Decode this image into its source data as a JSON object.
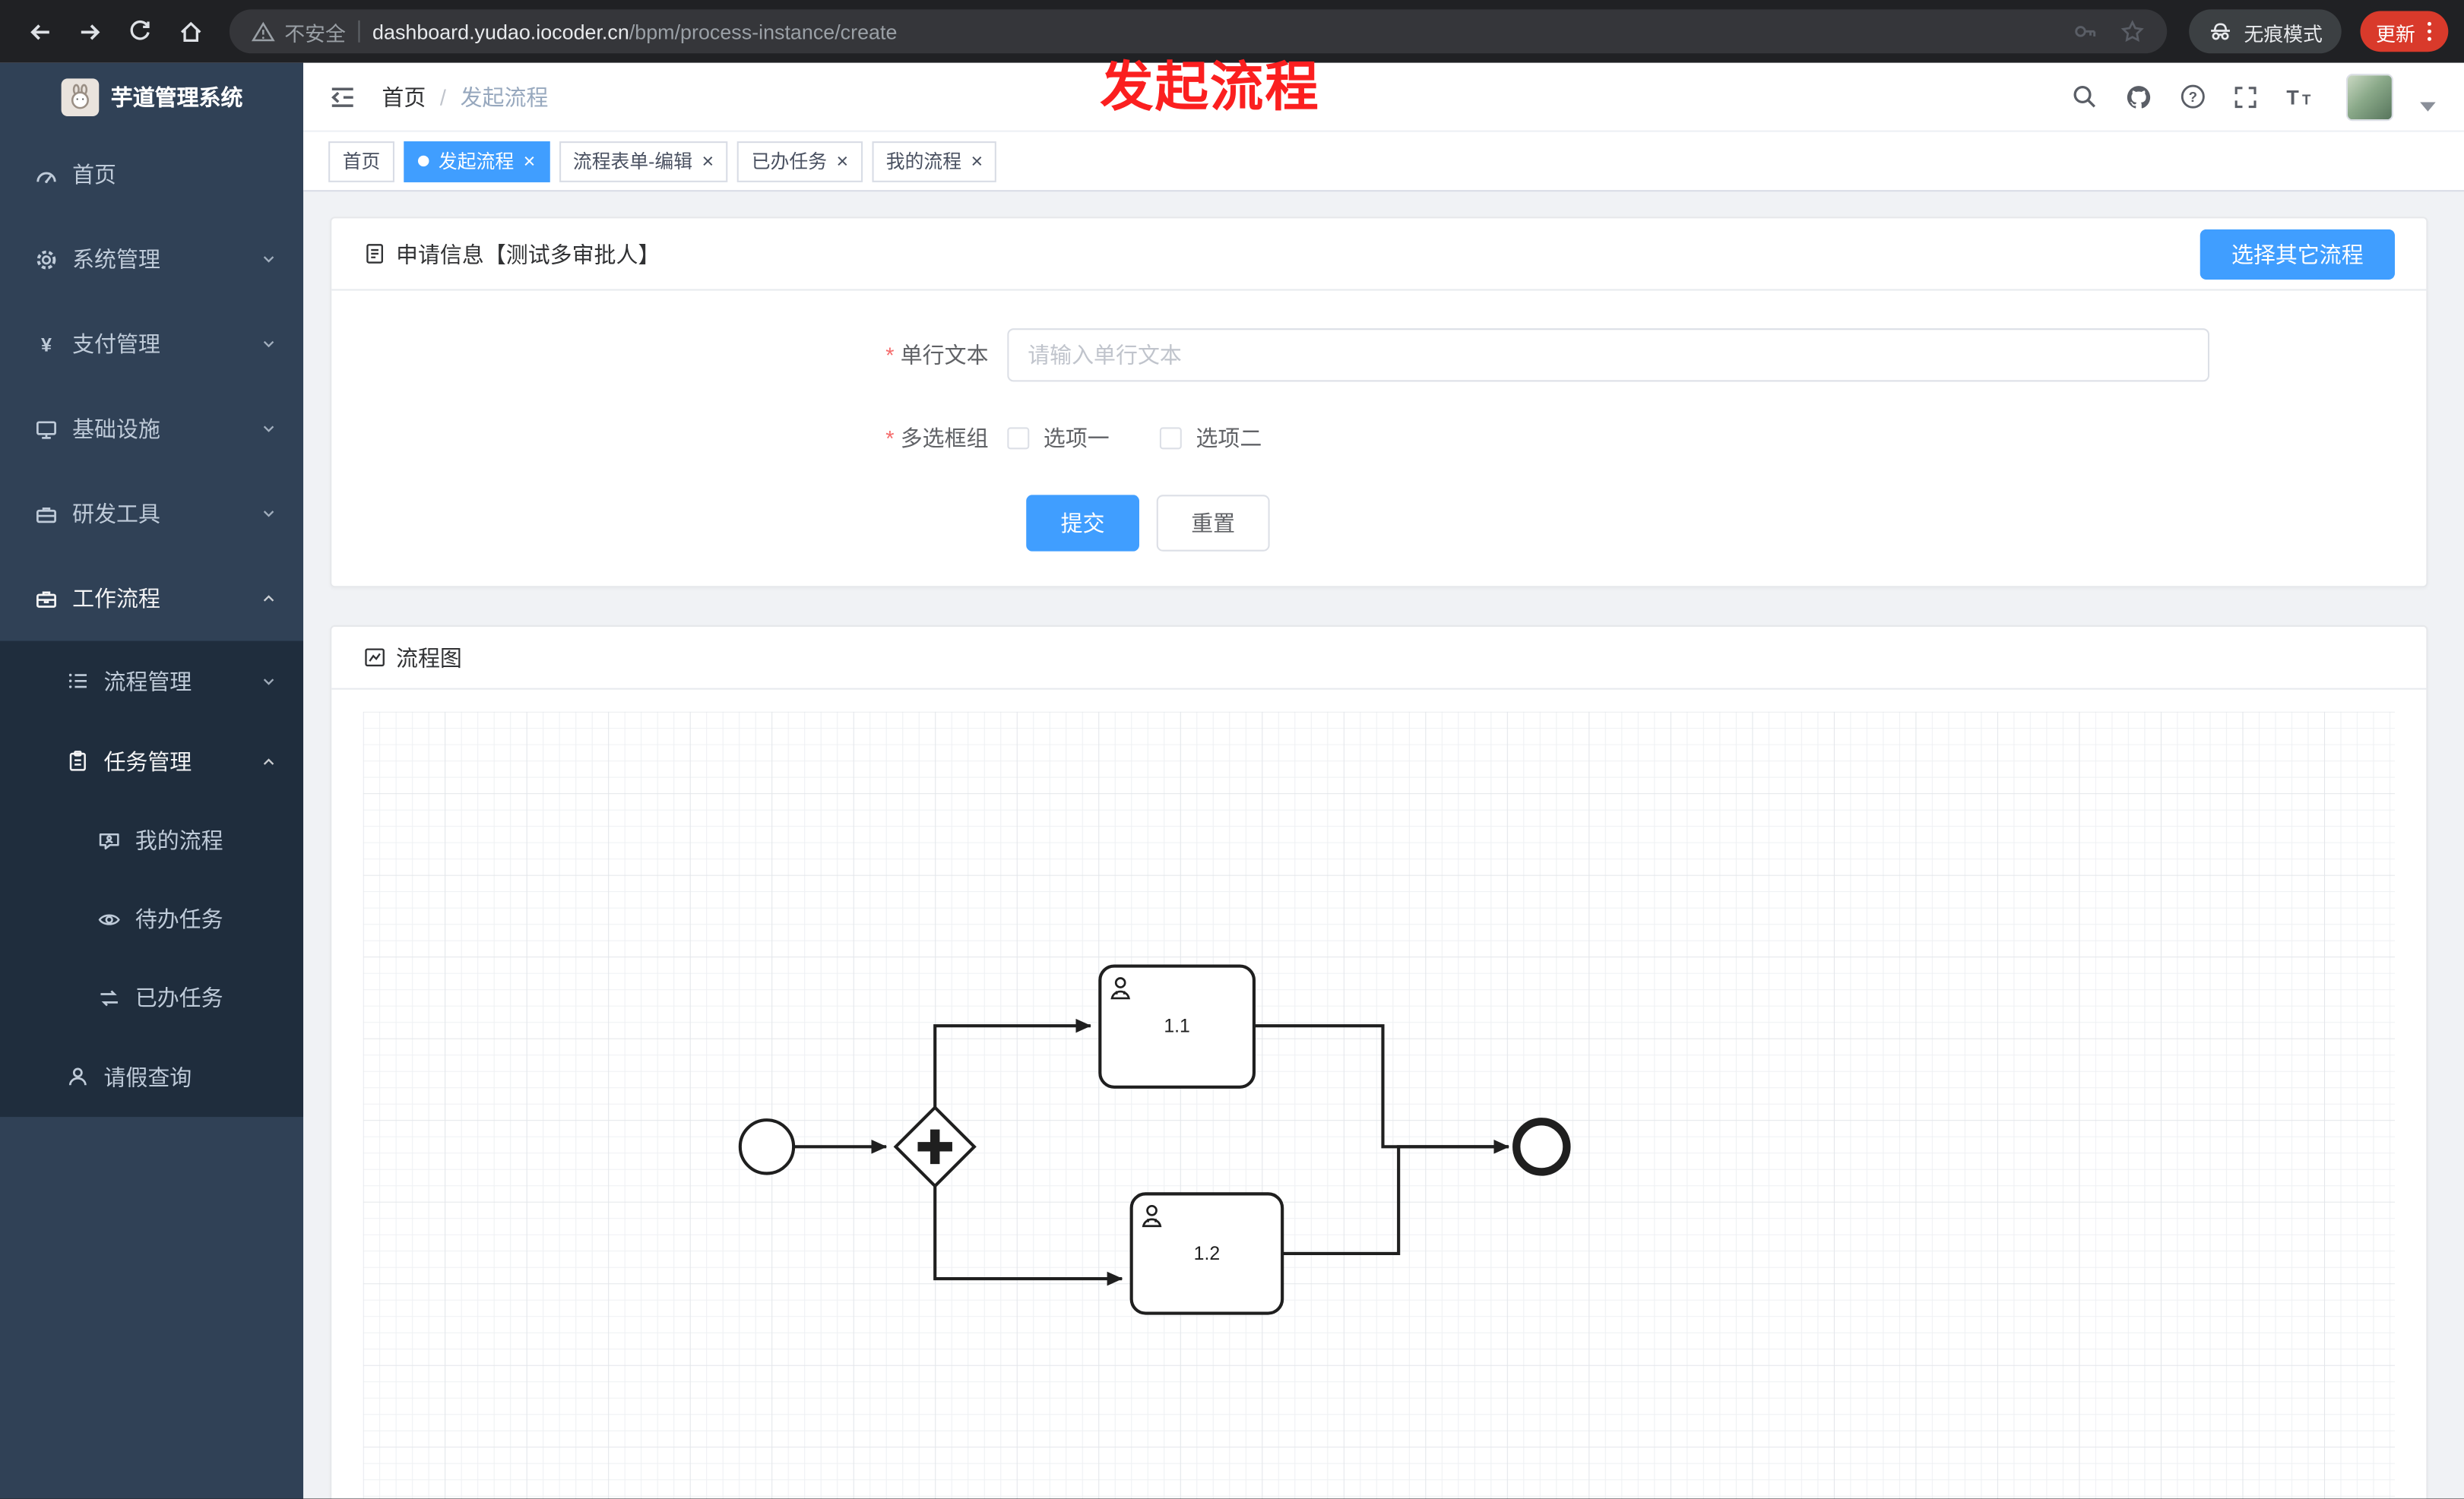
{
  "annotation": {
    "title": "发起流程"
  },
  "browser": {
    "security_label": "不安全",
    "url_host": "dashboard.yudao.iocoder.cn",
    "url_path": "/bpm/process-instance/create",
    "incognito_label": "无痕模式",
    "update_label": "更新"
  },
  "sidebar": {
    "logo_title": "芋道管理系统",
    "items": [
      {
        "label": "首页"
      },
      {
        "label": "系统管理"
      },
      {
        "label": "支付管理"
      },
      {
        "label": "基础设施"
      },
      {
        "label": "研发工具"
      },
      {
        "label": "工作流程"
      },
      {
        "label": "流程管理"
      },
      {
        "label": "任务管理"
      },
      {
        "label": "我的流程"
      },
      {
        "label": "待办任务"
      },
      {
        "label": "已办任务"
      },
      {
        "label": "请假查询"
      }
    ]
  },
  "header": {
    "breadcrumb_home": "首页",
    "breadcrumb_current": "发起流程"
  },
  "tabs": [
    {
      "label": "首页"
    },
    {
      "label": "发起流程"
    },
    {
      "label": "流程表单-编辑"
    },
    {
      "label": "已办任务"
    },
    {
      "label": "我的流程"
    }
  ],
  "apply_card": {
    "title": "申请信息【测试多审批人】",
    "other_process_button": "选择其它流程",
    "text_field": {
      "label": "单行文本",
      "placeholder": "请输入单行文本"
    },
    "checkbox_group": {
      "label": "多选框组",
      "options": [
        "选项一",
        "选项二"
      ]
    },
    "submit_label": "提交",
    "reset_label": "重置"
  },
  "diagram_card": {
    "title": "流程图",
    "task1_label": "1.1",
    "task2_label": "1.2"
  },
  "glyphs": {
    "close": "×",
    "required": "*",
    "yen": "¥",
    "question": "?",
    "font_large": "T",
    "font_small": "T"
  },
  "colors": {
    "accent": "#409eff",
    "danger": "#f56c6c",
    "sidebar_bg": "#304156",
    "annotation_red": "#fb1f1f"
  }
}
